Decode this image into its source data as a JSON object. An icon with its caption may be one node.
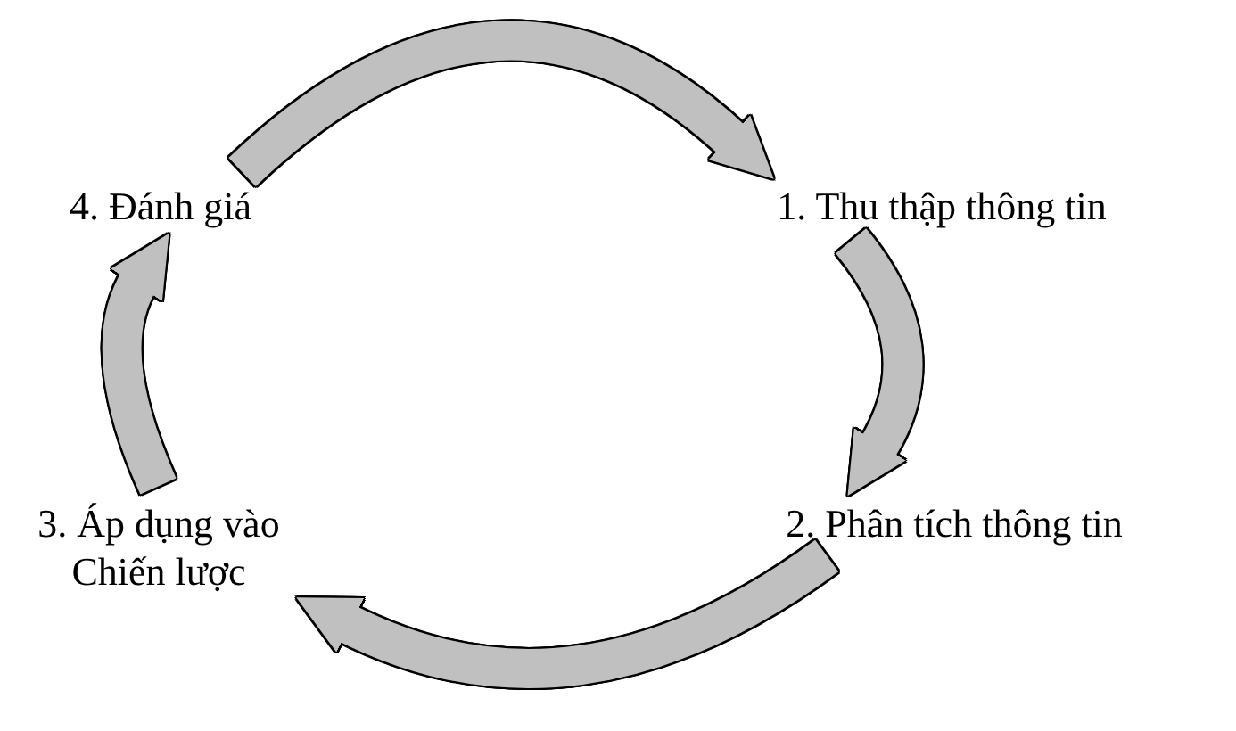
{
  "diagram": {
    "nodes": [
      {
        "text": [
          "4. Đánh giá"
        ]
      },
      {
        "text": [
          "1. Thu thập thông tin"
        ]
      },
      {
        "text": [
          "3. Áp dụng vào Chiến lược"
        ]
      },
      {
        "text": [
          "2. Phân tích thông tin"
        ]
      }
    ],
    "edges": [
      {
        "from": 0,
        "to": 1,
        "arrow": "to"
      },
      {
        "from": 1,
        "to": 3,
        "arrow": "to"
      },
      {
        "from": 3,
        "to": 2,
        "arrow": "to"
      },
      {
        "from": 2,
        "to": 0,
        "arrow": "to"
      }
    ]
  }
}
